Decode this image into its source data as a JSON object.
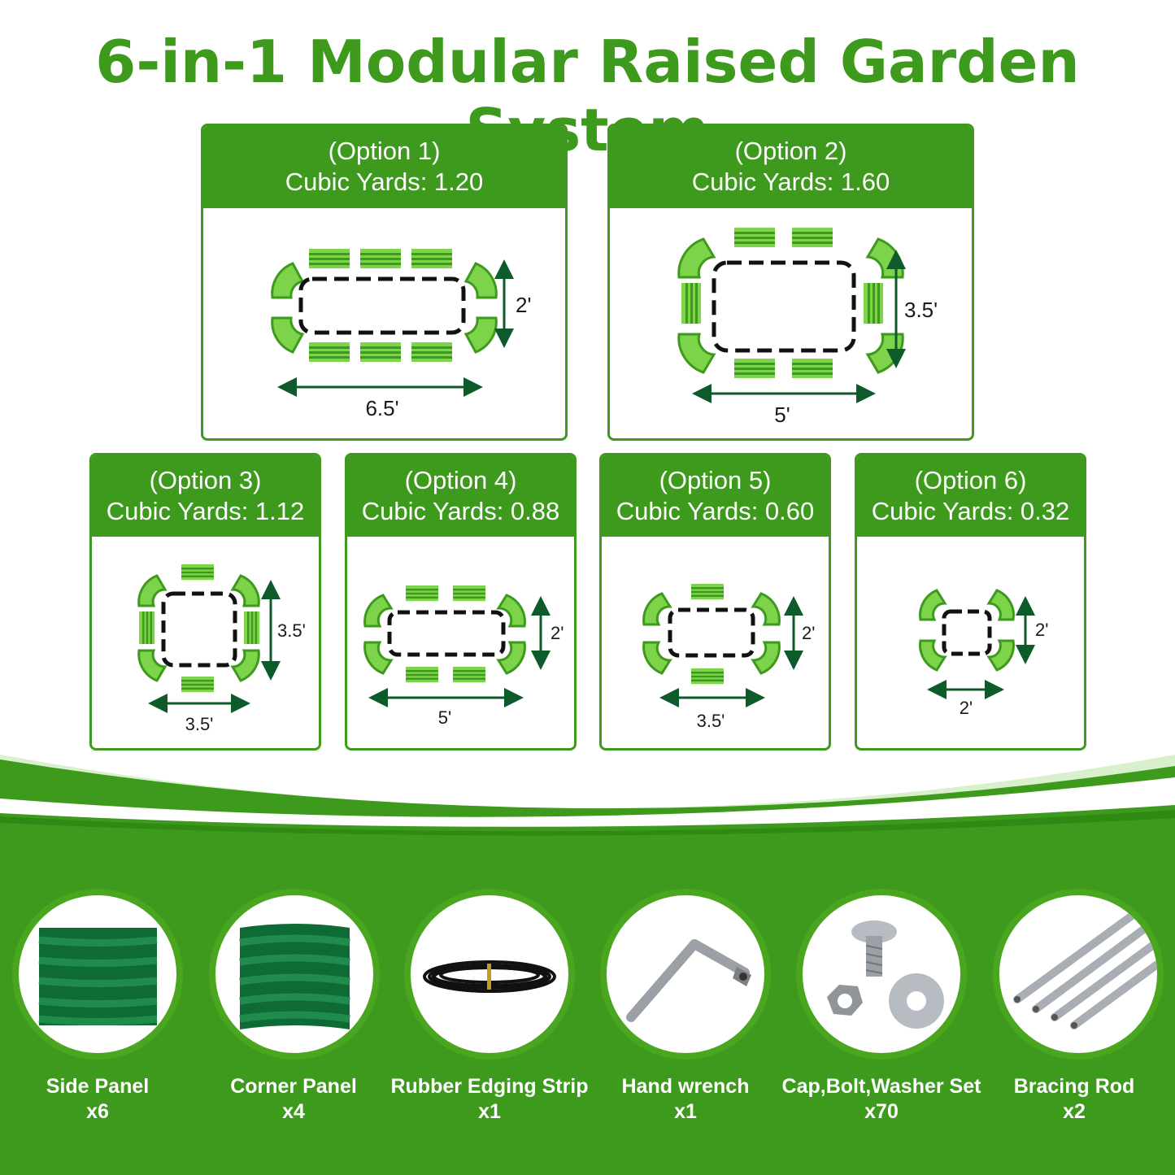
{
  "title": "6-in-1 Modular Raised Garden System",
  "colors": {
    "brand_green": "#3d9a1c",
    "light_green": "#6cc24a",
    "dark_green": "#0d5a2a"
  },
  "options": [
    {
      "label": "(Option 1)",
      "cubic_yards": "Cubic Yards: 1.20",
      "width": "6.5'",
      "height": "2'"
    },
    {
      "label": "(Option 2)",
      "cubic_yards": "Cubic Yards: 1.60",
      "width": "5'",
      "height": "3.5'"
    },
    {
      "label": "(Option 3)",
      "cubic_yards": "Cubic Yards: 1.12",
      "width": "3.5'",
      "height": "3.5'"
    },
    {
      "label": "(Option 4)",
      "cubic_yards": "Cubic Yards: 0.88",
      "width": "5'",
      "height": "2'"
    },
    {
      "label": "(Option 5)",
      "cubic_yards": "Cubic Yards: 0.60",
      "width": "3.5'",
      "height": "2'"
    },
    {
      "label": "(Option 6)",
      "cubic_yards": "Cubic Yards: 0.32",
      "width": "2'",
      "height": "2'"
    }
  ],
  "parts": [
    {
      "name": "Side Panel",
      "qty": "x6",
      "icon": "side-panel-icon"
    },
    {
      "name": "Corner Panel",
      "qty": "x4",
      "icon": "corner-panel-icon"
    },
    {
      "name": "Rubber Edging Strip",
      "qty": "x1",
      "icon": "rubber-strip-icon"
    },
    {
      "name": "Hand wrench",
      "qty": "x1",
      "icon": "wrench-icon"
    },
    {
      "name": "Cap,Bolt,Washer Set",
      "qty": "x70",
      "icon": "bolt-set-icon"
    },
    {
      "name": "Bracing Rod",
      "qty": "x2",
      "icon": "rod-icon"
    }
  ]
}
